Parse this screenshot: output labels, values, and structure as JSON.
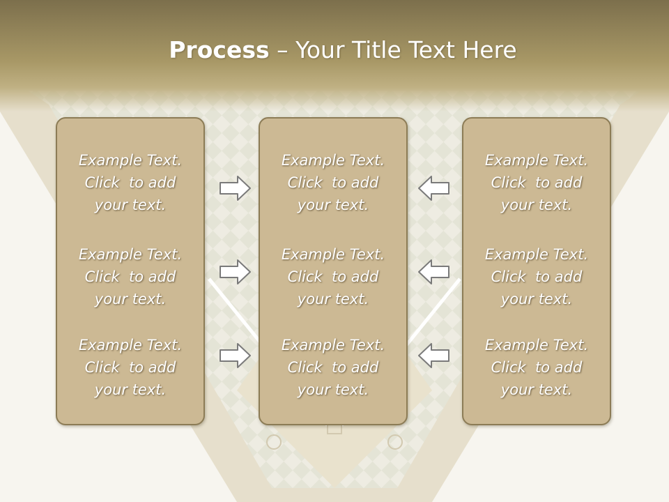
{
  "title": {
    "bold": "Process",
    "rest": " – Your Title Text Here"
  },
  "columns": [
    {
      "items": [
        {
          "line1": "Example Text.",
          "line2": "Click  to add",
          "line3": "your text."
        },
        {
          "line1": "Example Text.",
          "line2": "Click  to add",
          "line3": "your text."
        },
        {
          "line1": "Example Text.",
          "line2": "Click  to add",
          "line3": "your text."
        }
      ]
    },
    {
      "items": [
        {
          "line1": "Example Text.",
          "line2": "Click  to add",
          "line3": "your text."
        },
        {
          "line1": "Example Text.",
          "line2": "Click  to add",
          "line3": "your text."
        },
        {
          "line1": "Example Text.",
          "line2": "Click  to add",
          "line3": "your text."
        }
      ]
    },
    {
      "items": [
        {
          "line1": "Example Text.",
          "line2": "Click  to add",
          "line3": "your text."
        },
        {
          "line1": "Example Text.",
          "line2": "Click  to add",
          "line3": "your text."
        },
        {
          "line1": "Example Text.",
          "line2": "Click  to add",
          "line3": "your text."
        }
      ]
    }
  ],
  "colors": {
    "header_dark": "#7c6f4c",
    "header_light": "#bfb083",
    "box_fill": "#ccb994",
    "box_border": "#8c7c56",
    "arrow_fill": "#ffffff",
    "arrow_stroke": "#7a7a7a"
  },
  "icons": {
    "right_arrows": "arrow-right-icon",
    "left_arrows": "arrow-left-icon"
  }
}
